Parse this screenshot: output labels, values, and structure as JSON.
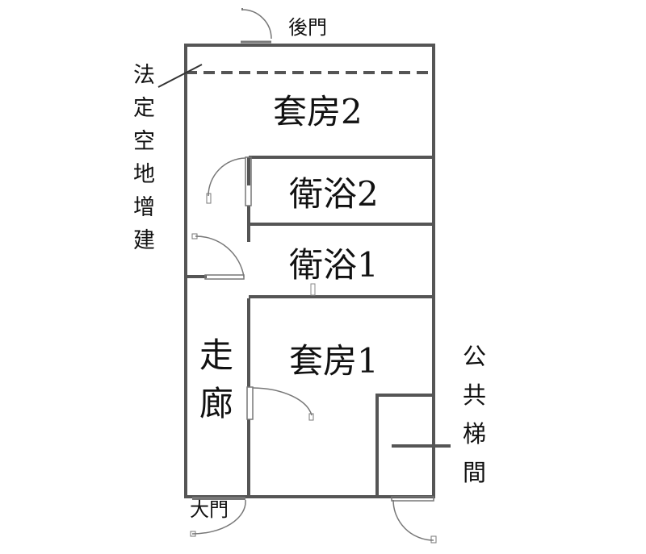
{
  "labels": {
    "back_door": "後門",
    "illegal_addition": [
      "法",
      "定",
      "空",
      "地",
      "增",
      "建"
    ],
    "suite_2": "套房2",
    "bathroom_2": "衛浴2",
    "bathroom_1": "衛浴1",
    "corridor": [
      "走",
      "廊"
    ],
    "suite_1": "套房1",
    "stairwell": [
      "公",
      "共",
      "梯",
      "間"
    ],
    "main_door": "大門"
  },
  "colors": {
    "wall": "#555555",
    "door": "#777777",
    "text": "#111111"
  }
}
